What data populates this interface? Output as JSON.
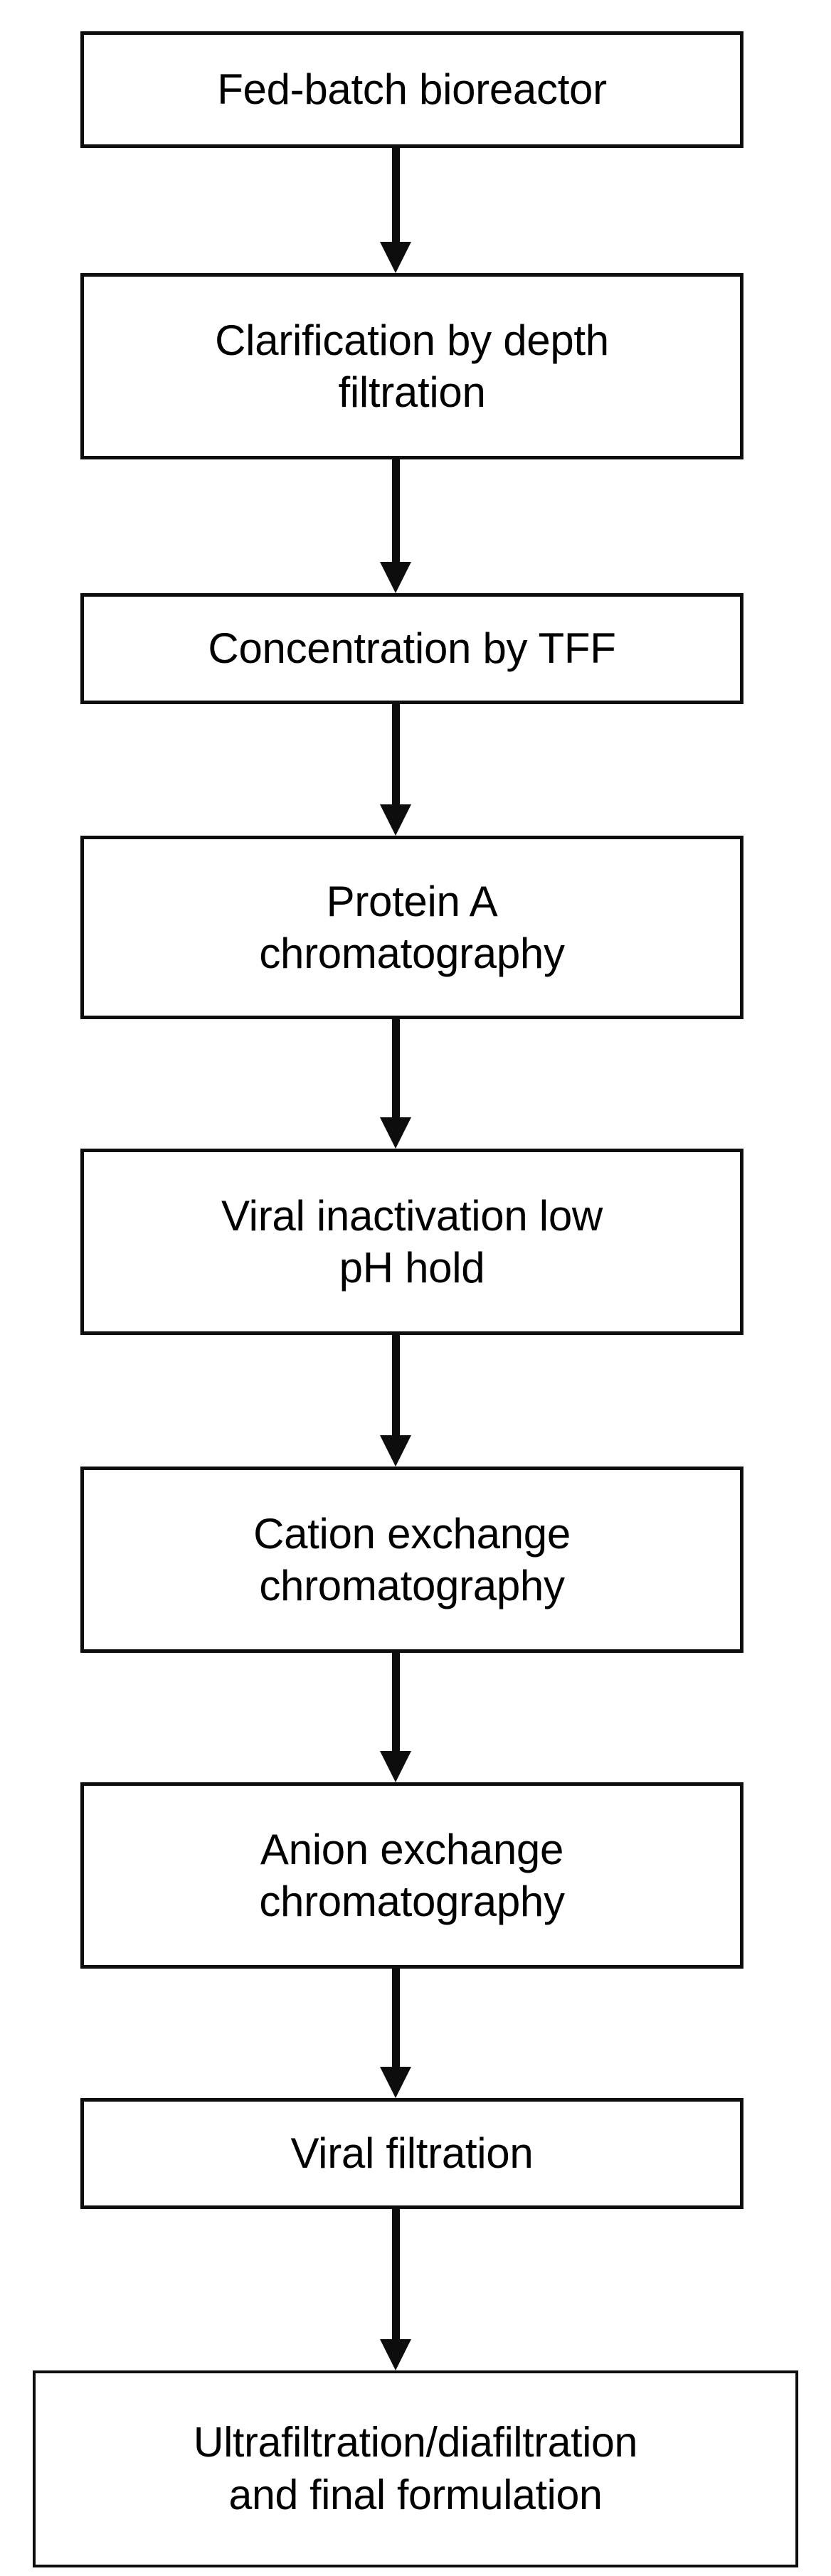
{
  "diagram": {
    "type": "flowchart",
    "orientation": "top-to-bottom",
    "title": "",
    "background_color": "#ffffff",
    "box_border_color": "#0d0d0d",
    "box_fill_color": "#ffffff",
    "text_color": "#000000",
    "arrow_color": "#0d0d0d",
    "node_count": 9,
    "connector_count": 8,
    "nodes": [
      {
        "id": "fed-batch-bioreactor",
        "label": "Fed-batch bioreactor",
        "lines": [
          "Fed-batch bioreactor"
        ],
        "order": 1
      },
      {
        "id": "clarification-depth-filtration",
        "label": "Clarification by depth\nfiltration",
        "lines": [
          "Clarification by depth",
          "filtration"
        ],
        "order": 2
      },
      {
        "id": "concentration-tff",
        "label": "Concentration by TFF",
        "lines": [
          "Concentration by TFF"
        ],
        "order": 3
      },
      {
        "id": "protein-a-chromatography",
        "label": "Protein A\nchromatography",
        "lines": [
          "Protein A",
          "chromatography"
        ],
        "order": 4
      },
      {
        "id": "viral-inactivation-low-ph-hold",
        "label": "Viral inactivation low\npH hold",
        "lines": [
          "Viral inactivation low",
          "pH hold"
        ],
        "order": 5
      },
      {
        "id": "cation-exchange-chromatography",
        "label": "Cation exchange\nchromatography",
        "lines": [
          "Cation exchange",
          "chromatography"
        ],
        "order": 6
      },
      {
        "id": "anion-exchange-chromatography",
        "label": "Anion exchange\nchromatography",
        "lines": [
          "Anion exchange",
          "chromatography"
        ],
        "order": 7
      },
      {
        "id": "viral-filtration",
        "label": "Viral filtration",
        "lines": [
          "Viral filtration"
        ],
        "order": 8
      },
      {
        "id": "ultrafiltration-diafiltration-final-formulation",
        "label": "Ultrafiltration/diafiltration\nand final formulation",
        "lines": [
          "Ultrafiltration/diafiltration",
          "and final formulation"
        ],
        "order": 9
      }
    ],
    "connectors": [
      {
        "from": "fed-batch-bioreactor",
        "to": "clarification-depth-filtration"
      },
      {
        "from": "clarification-depth-filtration",
        "to": "concentration-tff"
      },
      {
        "from": "concentration-tff",
        "to": "protein-a-chromatography"
      },
      {
        "from": "protein-a-chromatography",
        "to": "viral-inactivation-low-ph-hold"
      },
      {
        "from": "viral-inactivation-low-ph-hold",
        "to": "cation-exchange-chromatography"
      },
      {
        "from": "cation-exchange-chromatography",
        "to": "anion-exchange-chromatography"
      },
      {
        "from": "anion-exchange-chromatography",
        "to": "viral-filtration"
      },
      {
        "from": "viral-filtration",
        "to": "ultrafiltration-diafiltration-final-formulation"
      }
    ]
  }
}
